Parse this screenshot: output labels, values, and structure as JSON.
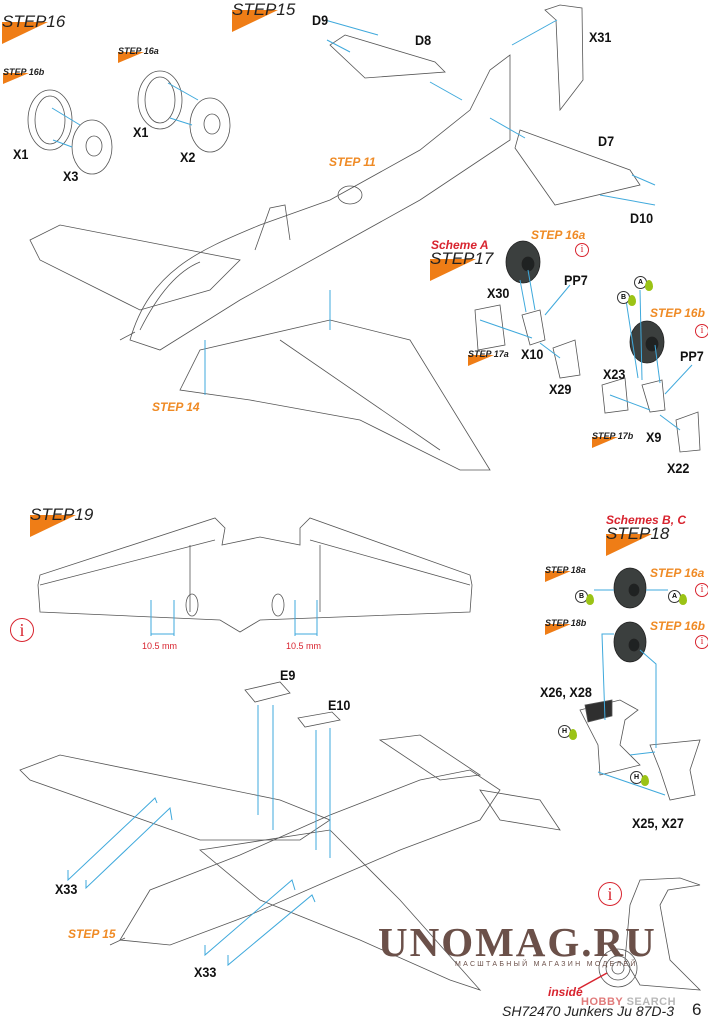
{
  "page": {
    "footer_title": "SH72470 Junkers Ju 87D-3",
    "page_number": "6",
    "colors": {
      "step_flag": "#ef7d16",
      "sub_step_label": "#ef8a24",
      "scheme_label": "#d8242f",
      "arrow": "#3fa9dc",
      "info": "#d8242f",
      "glue_drop": "#9bc316"
    }
  },
  "steps": {
    "step16": {
      "word": "STEP",
      "num": "16"
    },
    "step15_top": {
      "word": "STEP",
      "num": "15"
    },
    "step16a_top": {
      "word": "STEP",
      "num": "16a"
    },
    "step16b_top": {
      "word": "STEP",
      "num": "16b"
    },
    "step17": {
      "word": "STEP",
      "num": "17"
    },
    "step17a": {
      "word": "STEP",
      "num": "17a"
    },
    "step17b": {
      "word": "STEP",
      "num": "17b"
    },
    "step18": {
      "word": "STEP",
      "num": "18"
    },
    "step18a": {
      "word": "STEP",
      "num": "18a"
    },
    "step18b": {
      "word": "STEP",
      "num": "18b"
    },
    "step19": {
      "word": "STEP",
      "num": "19"
    }
  },
  "references": {
    "step11": "STEP 11",
    "step14": "STEP 14",
    "step15_bottom": "STEP 15",
    "step16a_scheme_a": "STEP 16a",
    "step16b_scheme_a": "STEP 16b",
    "step16a_scheme_bc": "STEP 16a",
    "step16b_scheme_bc": "STEP 16b"
  },
  "schemes": {
    "scheme_a": "Scheme A",
    "schemes_bc": "Schemes B, C"
  },
  "parts": {
    "x1_left": "X1",
    "x3": "X3",
    "x1_right": "X1",
    "x2": "X2",
    "d9": "D9",
    "d8": "D8",
    "x31": "X31",
    "d7": "D7",
    "d10": "D10",
    "pp7_a": "PP7",
    "x30": "X30",
    "x10": "X10",
    "x29": "X29",
    "pp7_b": "PP7",
    "x23": "X23",
    "x9": "X9",
    "x22": "X22",
    "x26_x28": "X26, X28",
    "x25_x27": "X25, X27",
    "e9": "E9",
    "e10": "E10",
    "x33_a": "X33",
    "x33_b": "X33"
  },
  "markers": {
    "a": "A",
    "b": "B",
    "h": "H",
    "info": "i"
  },
  "dimensions": {
    "left": "10.5 mm",
    "right": "10.5 mm"
  },
  "notes": {
    "inside": "inside"
  },
  "watermark": {
    "main": "UNOMAG.RU",
    "sub": "МАСШТАБНЫЙ МАГАЗИН МОДЕЛЕЙ",
    "hobby": "HOBBY",
    "search": "SEARCH"
  }
}
